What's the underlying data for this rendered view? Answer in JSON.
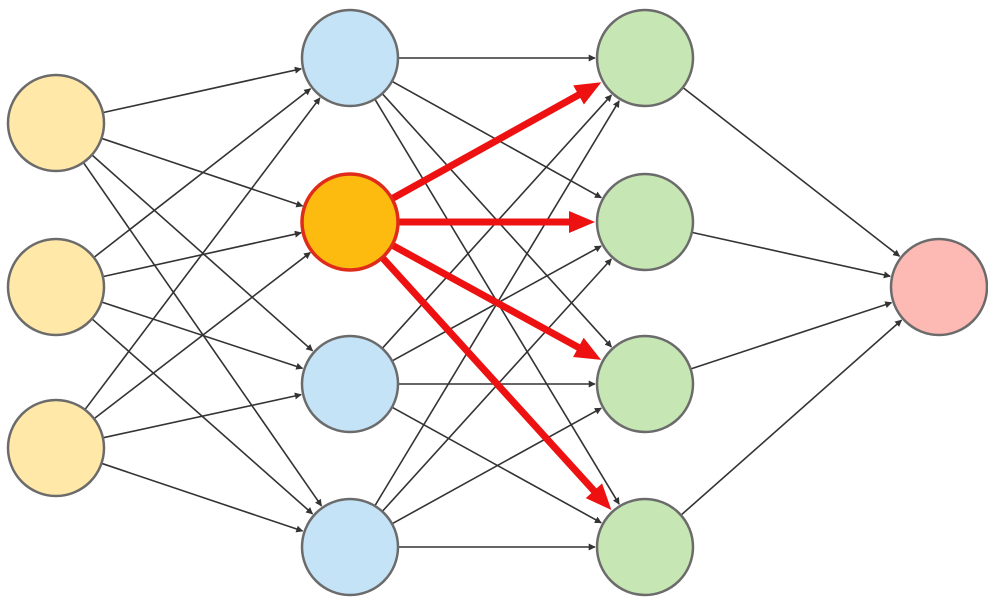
{
  "diagram": {
    "type": "neural-network",
    "background": "#ffffff",
    "layers": [
      {
        "name": "input",
        "nodes": 3,
        "fill": "#FFE8A8",
        "stroke": "#6b6b6b"
      },
      {
        "name": "hidden-1",
        "nodes": 4,
        "fill": "#C4E3F6",
        "stroke": "#6b6b6b"
      },
      {
        "name": "hidden-2",
        "nodes": 4,
        "fill": "#C6E6B3",
        "stroke": "#6b6b6b"
      },
      {
        "name": "output",
        "nodes": 1,
        "fill": "#FDB9B4",
        "stroke": "#6b6b6b"
      }
    ],
    "highlight": {
      "layer": 1,
      "node": 1,
      "fill": "#FDBB0F",
      "stroke": "#E02B1A",
      "edge_color": "#EE1111"
    },
    "edge_color": "#333333"
  }
}
